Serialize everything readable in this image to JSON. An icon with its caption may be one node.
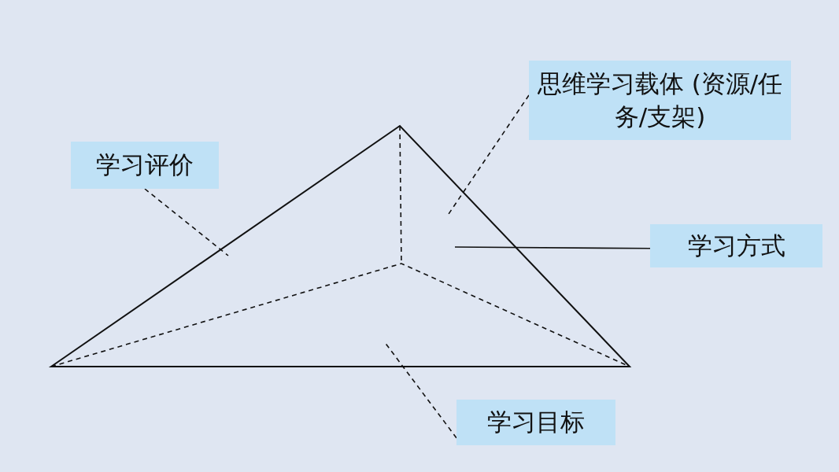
{
  "diagram": {
    "nodes": [
      {
        "text": [
          "思维学习载体 (资源/任务/支架)"
        ]
      },
      {
        "text": [
          "学习评价"
        ]
      },
      {
        "text": [
          "学习方式"
        ]
      },
      {
        "text": [
          "学习目标"
        ]
      }
    ],
    "edges": [
      {
        "from": 0,
        "to": null,
        "arrow": "none",
        "style": "dashed"
      },
      {
        "from": 1,
        "to": null,
        "arrow": "none",
        "style": "dashed"
      },
      {
        "from": 2,
        "to": null,
        "arrow": "none"
      },
      {
        "from": 3,
        "to": null,
        "arrow": "none",
        "style": "dashed"
      }
    ]
  }
}
